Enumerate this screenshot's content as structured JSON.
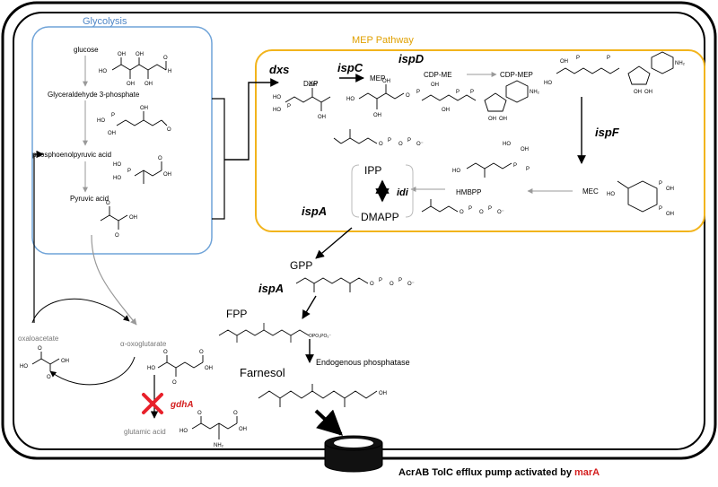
{
  "glycolysis": {
    "title": "Glycolysis",
    "glucose": "glucose",
    "g3p": "Glyceraldehyde 3-phosphate",
    "pep": "phosphoenolpyruvic acid",
    "pyruvate": "Pyruvic acid"
  },
  "mep": {
    "title": "MEP Pathway",
    "enzymes": {
      "dxs": "dxs",
      "ispC": "ispC",
      "ispD": "ispD",
      "ispF": "ispF",
      "idi": "idi"
    },
    "metabolites": {
      "dxp": "DXP",
      "mep": "MEP",
      "cdpme": "CDP-ME",
      "cdpmep": "CDP-MEP",
      "mec": "MEC",
      "hmbpp": "HMBPP",
      "ipp": "IPP",
      "dmapp": "DMAPP"
    }
  },
  "downstream": {
    "ispA1": "ispA",
    "ispA2": "ispA",
    "gpp": "GPP",
    "fpp": "FPP",
    "farnesol": "Farnesol",
    "phosphatase": "Endogenous phosphatase"
  },
  "tca": {
    "oxaloacetate": "oxaloacetate",
    "akg": "α-oxoglutarate",
    "glutamic": "glutamic acid",
    "gdha": "gdhA"
  },
  "pump": {
    "text_main": "AcrAB TolC efflux pump activated by ",
    "text_gene": "marA"
  },
  "colors": {
    "glycolysis_box": "#6fa3d8",
    "mep_box": "#f2b41c",
    "gene_red": "#d41f1f",
    "knockout_x": "#e8202a"
  }
}
